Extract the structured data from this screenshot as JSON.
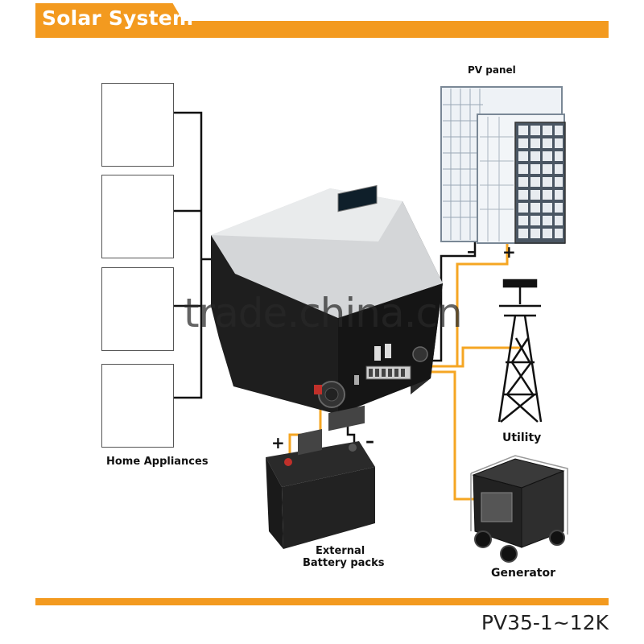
{
  "header": {
    "title": "Solar System"
  },
  "diagram": {
    "home_appliances_label": "Home Appliances",
    "pv_panel_label": "PV panel",
    "utility_label": "Utility",
    "generator_label": "Generator",
    "battery_label_line1": "External",
    "battery_label_line2": "Battery packs",
    "pv_minus": "–",
    "pv_plus": "+",
    "battery_plus": "+",
    "battery_minus": "–"
  },
  "watermark": "trade.china.cn",
  "footer": {
    "model": "PV35-1~12K"
  },
  "colors": {
    "accent": "#f39a1f",
    "wire_orange": "#f5a623",
    "wire_black": "#111111"
  }
}
